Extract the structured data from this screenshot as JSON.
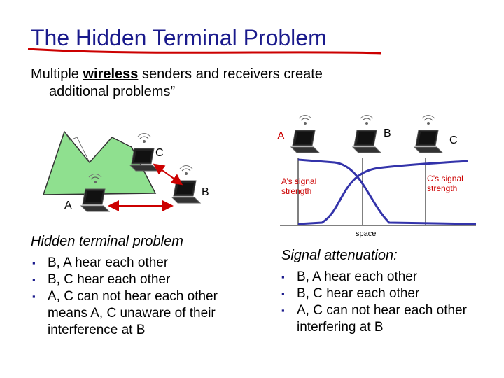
{
  "title": "The Hidden Terminal Problem",
  "subtitle": {
    "prefix": "Multiple ",
    "bold": "wireless",
    "rest": " senders and receivers create",
    "line2": "additional problems”"
  },
  "left": {
    "labels": {
      "c": "C",
      "b": "B",
      "a": "A"
    },
    "heading": "Hidden terminal problem",
    "bullets": [
      "B, A hear each other",
      "B, C hear each other",
      "A, C can not hear each other",
      "means A, C unaware of their",
      "interference at B"
    ]
  },
  "right": {
    "labels": {
      "a": "A",
      "b": "B",
      "c": "C"
    },
    "a_signal": [
      "A’s signal",
      "strength"
    ],
    "c_signal": [
      "C’s signal",
      "strength"
    ],
    "x_axis": "space",
    "heading": "Signal attenuation:",
    "bullets": [
      "B, A hear each other",
      "B, C hear each other",
      "A, C can not hear each other",
      "interfering at B"
    ]
  },
  "colors": {
    "title": "#1a1a8c",
    "accent_red": "#cc0000",
    "mountain": "#8fe08f",
    "curve": "#3333aa"
  },
  "icons": [
    "laptop-icon",
    "bullet-square-icon"
  ]
}
